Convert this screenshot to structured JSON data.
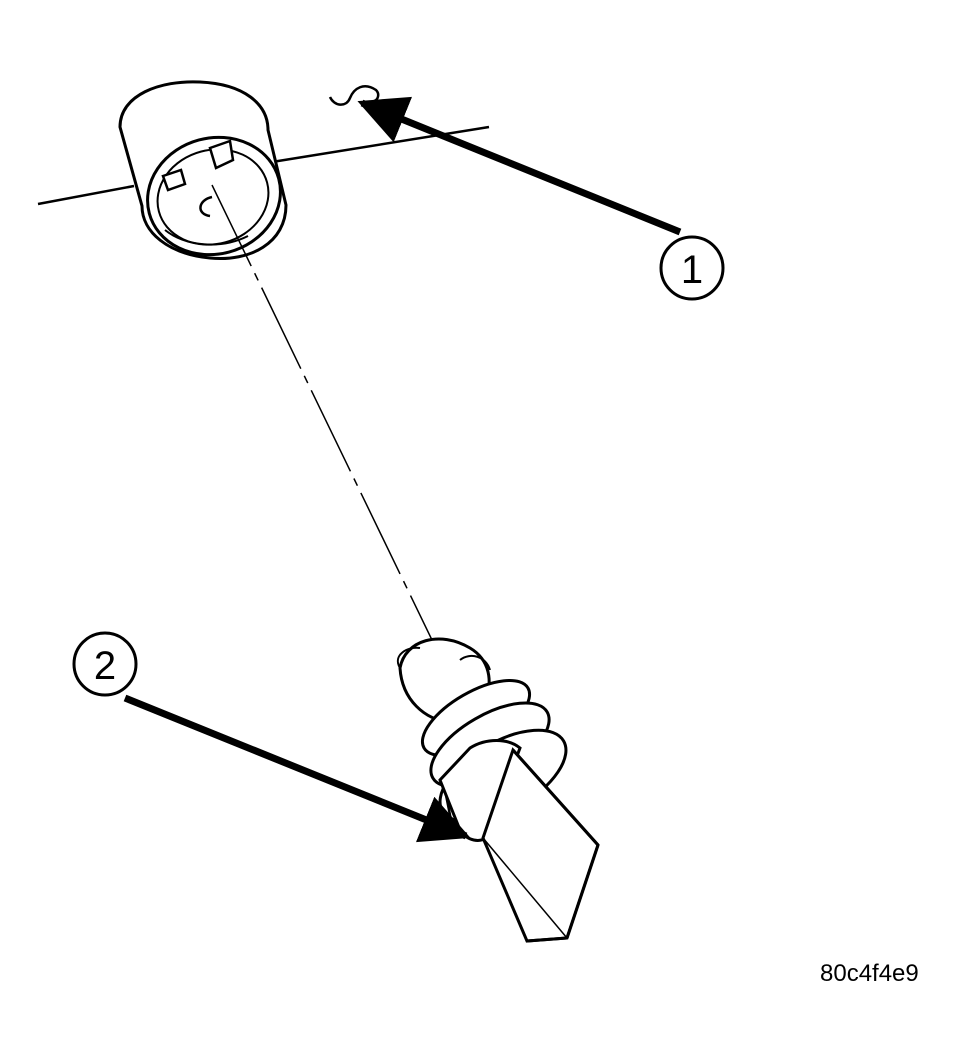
{
  "diagram": {
    "callouts": [
      {
        "id": "1",
        "label": "1"
      },
      {
        "id": "2",
        "label": "2"
      }
    ],
    "figure_id": "80c4f4e9",
    "colors": {
      "ink": "#000000",
      "paper": "#ffffff"
    }
  }
}
